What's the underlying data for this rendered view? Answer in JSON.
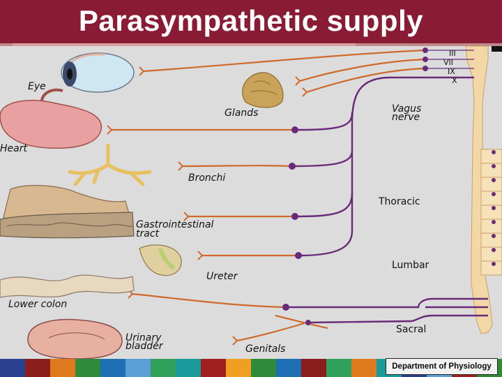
{
  "slide": {
    "title": "Parasympathetic supply"
  },
  "footer": {
    "department": "Department of Physiology",
    "strip_colors": [
      "#2a3f8f",
      "#8c1d1d",
      "#e07a1f",
      "#2f8a3a",
      "#1f6fb5",
      "#5aa0d6",
      "#30a05a",
      "#1a9a9a",
      "#a02020",
      "#f0a020",
      "#2f8a3a",
      "#1f6fb5",
      "#8c1d1d",
      "#30a05a",
      "#e07a1f",
      "#1a9a9a",
      "#2a3f8f",
      "#5aa0d6",
      "#a02020",
      "#2f8a3a"
    ]
  },
  "colors": {
    "nerve_orange": "#d06a2a",
    "nerve_purple": "#6a2a7a",
    "cord": "#f3d7a6"
  },
  "diagram": {
    "organs": {
      "eye": "Eye",
      "glands": "Glands",
      "heart": "Heart",
      "bronchi": "Bronchi",
      "gi_line1": "Gastrointestinal",
      "gi_line2": "tract",
      "ureter": "Ureter",
      "lower_colon": "Lower colon",
      "bladder_line1": "Urinary",
      "bladder_line2": "bladder",
      "genitals": "Genitals"
    },
    "cranial_nerves": {
      "iii": "III",
      "vii": "VII",
      "ix": "IX",
      "x": "X"
    },
    "regions": {
      "vagus_line1": "Vagus",
      "vagus_line2": "nerve",
      "thoracic": "Thoracic",
      "lumbar": "Lumbar",
      "sacral": "Sacral"
    }
  }
}
